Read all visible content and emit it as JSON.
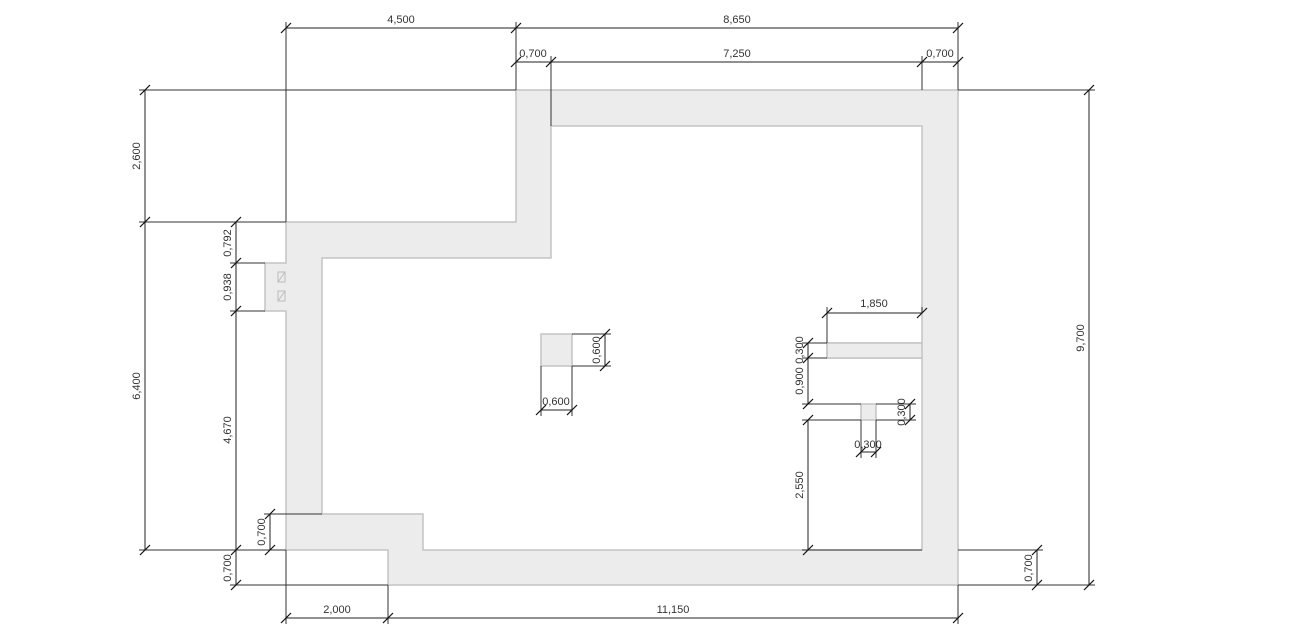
{
  "colors": {
    "wall_fill": "#ececec",
    "wall_stroke": "#c4c4c4",
    "dimension": "#222222"
  },
  "dims": {
    "top_left": "4,500",
    "top_right": "8,650",
    "top_wall_left": "0,700",
    "top_inner": "7,250",
    "top_wall_right": "0,700",
    "left_upper": "2,600",
    "left_lower": "6,400",
    "recess_top": "0,792",
    "recess": "0,938",
    "left_wall": "4,670",
    "bottom_left_wall": "0,700",
    "step_wall": "0,700",
    "right_total": "9,700",
    "right_bottom_wall": "0,700",
    "bottom_left": "2,000",
    "bottom_right": "11,150",
    "partition_length": "1,850",
    "partition_thickness": "0,300",
    "partition_gap": "0,900",
    "small_col_offset": "2,550",
    "small_col_h": "0,300",
    "small_col_w": "0,300",
    "col_h": "0,600",
    "col_w": "0,600"
  }
}
